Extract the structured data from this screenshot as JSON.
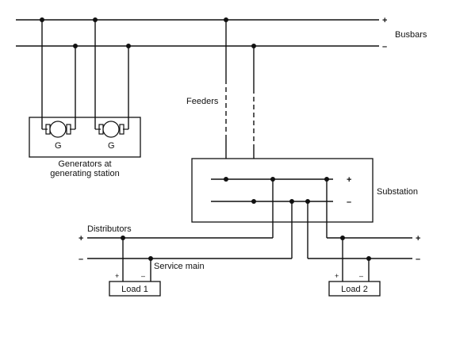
{
  "labels": {
    "busbars": "Busbars",
    "feeders": "Feeders",
    "generators_caption_line1": "Generators at",
    "generators_caption_line2": "generating station",
    "generator_letter": "G",
    "substation": "Substation",
    "distributors": "Distributors",
    "service_main": "Service main",
    "load1": "Load 1",
    "load2": "Load 2"
  },
  "polarity": {
    "plus": "+",
    "minus": "–"
  }
}
